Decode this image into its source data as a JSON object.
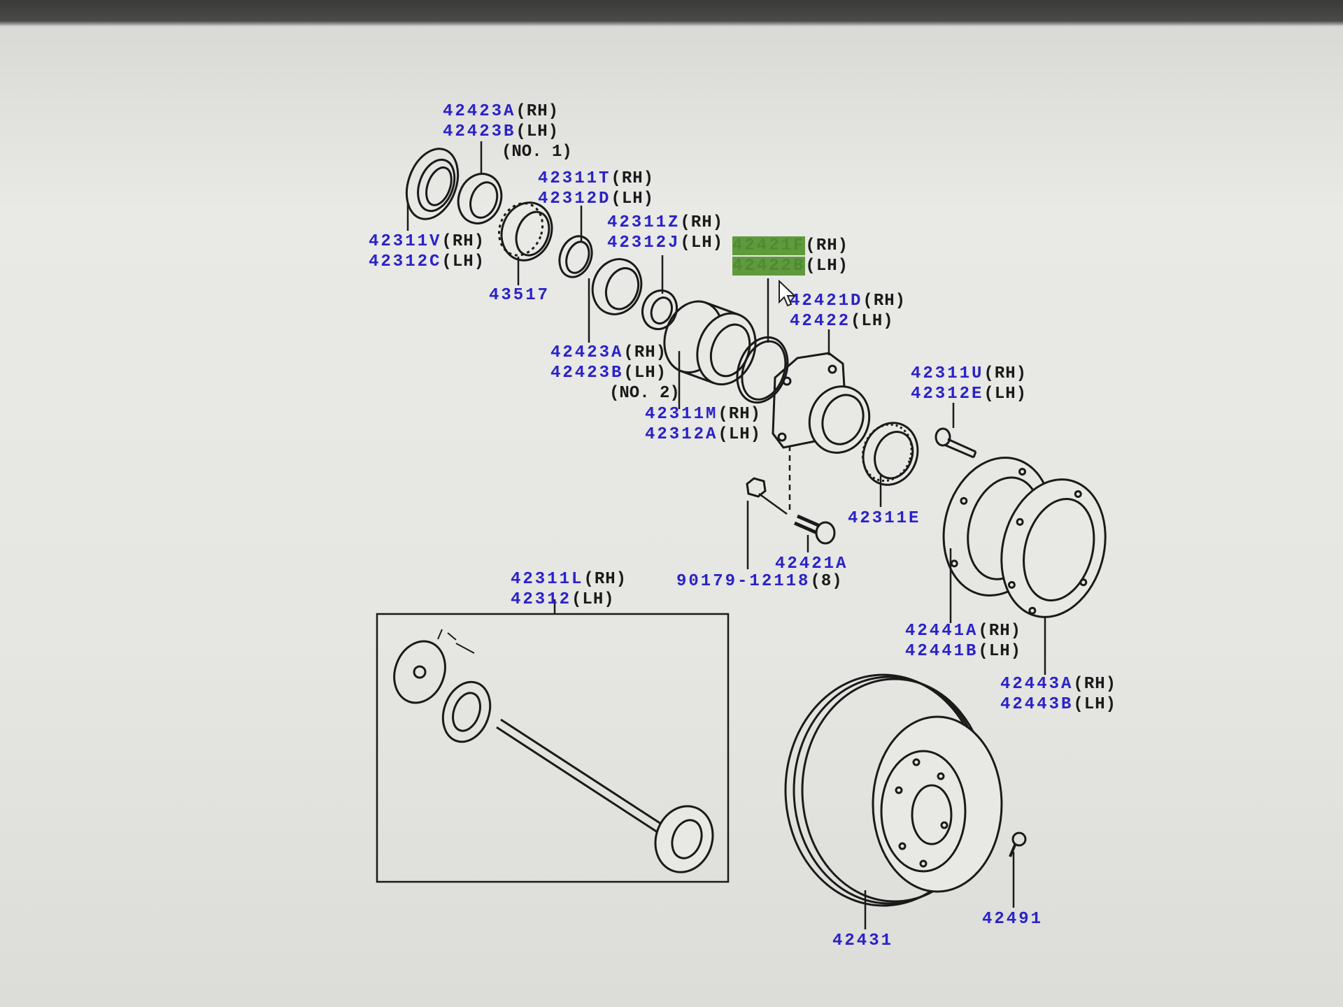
{
  "diagram": {
    "labels": [
      {
        "id": "l1",
        "lines": [
          {
            "part": "42423A",
            "side": "(RH)"
          },
          {
            "part": "42423B",
            "side": "(LH)"
          }
        ],
        "note": "(NO. 1)"
      },
      {
        "id": "l2",
        "lines": [
          {
            "part": "42311T",
            "side": "(RH)"
          },
          {
            "part": "42312D",
            "side": "(LH)"
          }
        ]
      },
      {
        "id": "l3",
        "lines": [
          {
            "part": "42311Z",
            "side": "(RH)"
          },
          {
            "part": "42312J",
            "side": "(LH)"
          }
        ]
      },
      {
        "id": "l4",
        "lines": [
          {
            "part": "42421F",
            "side": "(RH)"
          },
          {
            "part": "42422B",
            "side": "(LH)"
          }
        ],
        "highlighted": true
      },
      {
        "id": "l5",
        "lines": [
          {
            "part": "42311V",
            "side": "(RH)"
          },
          {
            "part": "42312C",
            "side": "(LH)"
          }
        ]
      },
      {
        "id": "l6",
        "lines": [
          {
            "part": "43517",
            "side": ""
          }
        ]
      },
      {
        "id": "l7",
        "lines": [
          {
            "part": "42421D",
            "side": "(RH)"
          },
          {
            "part": "42422",
            "side": "(LH)"
          }
        ]
      },
      {
        "id": "l8",
        "lines": [
          {
            "part": "42423A",
            "side": "(RH)"
          },
          {
            "part": "42423B",
            "side": "(LH)"
          }
        ],
        "note": "(NO. 2)"
      },
      {
        "id": "l9",
        "lines": [
          {
            "part": "42311U",
            "side": "(RH)"
          },
          {
            "part": "42312E",
            "side": "(LH)"
          }
        ]
      },
      {
        "id": "l10",
        "lines": [
          {
            "part": "42311M",
            "side": "(RH)"
          },
          {
            "part": "42312A",
            "side": "(LH)"
          }
        ]
      },
      {
        "id": "l11",
        "lines": [
          {
            "part": "42311E",
            "side": ""
          }
        ]
      },
      {
        "id": "l12",
        "lines": [
          {
            "part": "42421A",
            "side": ""
          }
        ]
      },
      {
        "id": "l13",
        "lines": [
          {
            "part": "90179-12118",
            "side": "(8)"
          }
        ]
      },
      {
        "id": "l14",
        "lines": [
          {
            "part": "42311L",
            "side": "(RH)"
          },
          {
            "part": "42312",
            "side": "(LH)"
          }
        ]
      },
      {
        "id": "l15",
        "lines": [
          {
            "part": "42441A",
            "side": "(RH)"
          },
          {
            "part": "42441B",
            "side": "(LH)"
          }
        ]
      },
      {
        "id": "l16",
        "lines": [
          {
            "part": "42443A",
            "side": "(RH)"
          },
          {
            "part": "42443B",
            "side": "(LH)"
          }
        ]
      },
      {
        "id": "l17",
        "lines": [
          {
            "part": "42431",
            "side": ""
          }
        ]
      },
      {
        "id": "l18",
        "lines": [
          {
            "part": "42491",
            "side": ""
          }
        ]
      }
    ],
    "colors": {
      "part_number": "#2a22c8",
      "highlight": "#5f9b3c",
      "ink": "#1a1a1a"
    }
  }
}
